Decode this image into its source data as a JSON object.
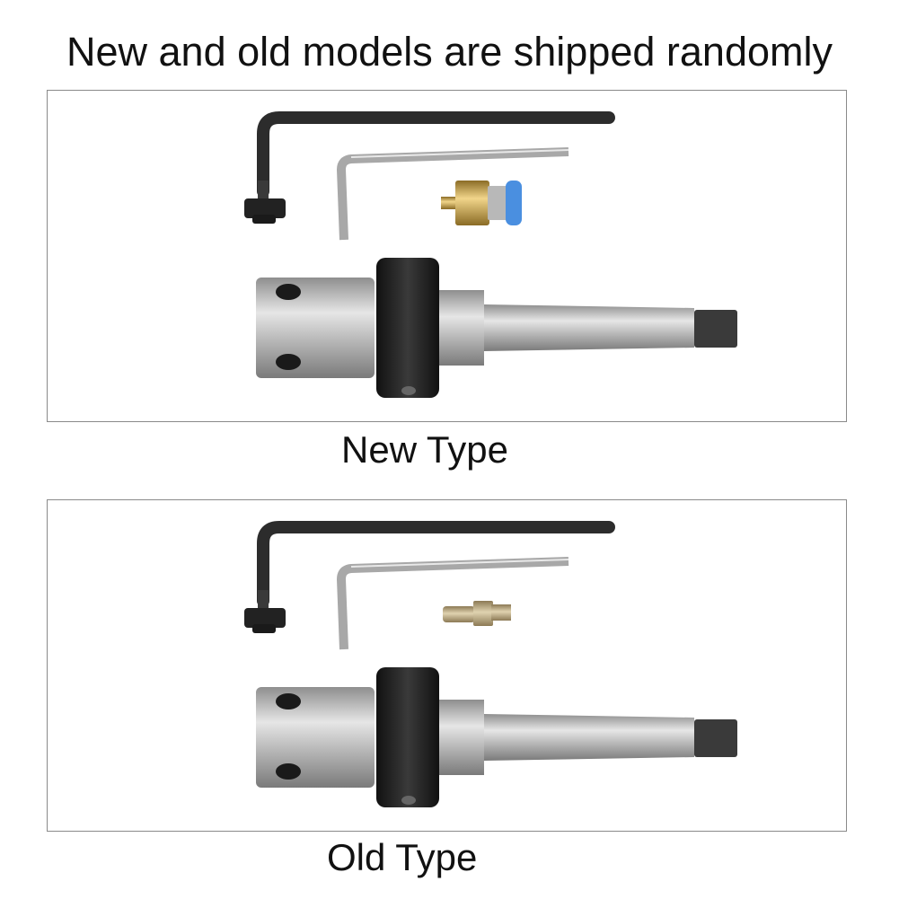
{
  "headline": "New and old models are shipped randomly",
  "panels": [
    {
      "label": "New Type",
      "fitting": "push-connector"
    },
    {
      "label": "Old Type",
      "fitting": "brass-nozzle"
    }
  ],
  "colors": {
    "wrench_dark": "#2c2c2c",
    "wrench_silver": "#b9b9b9",
    "steel": "#bdbdbd",
    "collar": "#1f1f1f",
    "brass": "#c9a24a",
    "push_blue": "#4a8fe0",
    "frame": "#8a8a8a"
  }
}
